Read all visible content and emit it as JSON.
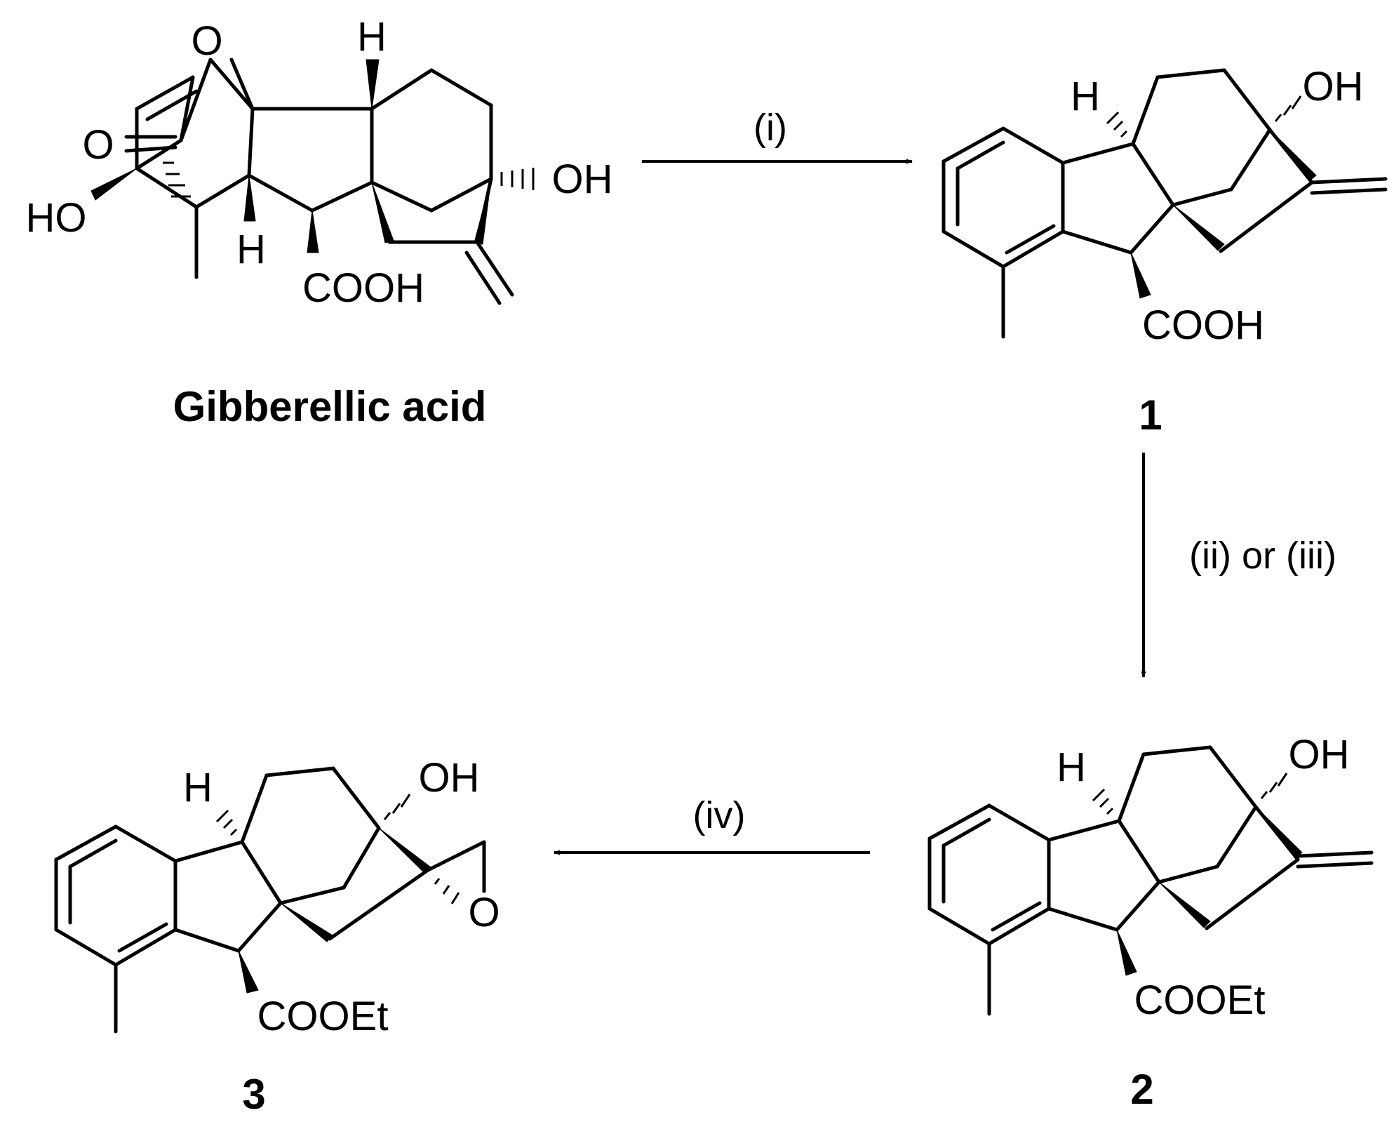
{
  "compounds": {
    "gibberellic_acid": {
      "name": "Gibberellic acid",
      "labels": {
        "ring_o": "O",
        "ketone_o": "O",
        "ho": "HO",
        "h_top": "H",
        "h_bottom": "H",
        "cooh": "COOH",
        "oh": "OH"
      }
    },
    "c1": {
      "name": "1",
      "labels": {
        "h": "H",
        "oh": "OH",
        "cooh": "COOH"
      }
    },
    "c2": {
      "name": "2",
      "labels": {
        "h": "H",
        "oh": "OH",
        "cooet": "COOEt"
      }
    },
    "c3": {
      "name": "3",
      "labels": {
        "h": "H",
        "oh": "OH",
        "epoxide_o": "O",
        "cooet": "COOEt"
      }
    }
  },
  "reactions": {
    "step1": "(i)",
    "step2": "(ii) or (iii)",
    "step3": "(iv)"
  },
  "colors": {
    "ink": "#000000",
    "background": "#ffffff"
  }
}
